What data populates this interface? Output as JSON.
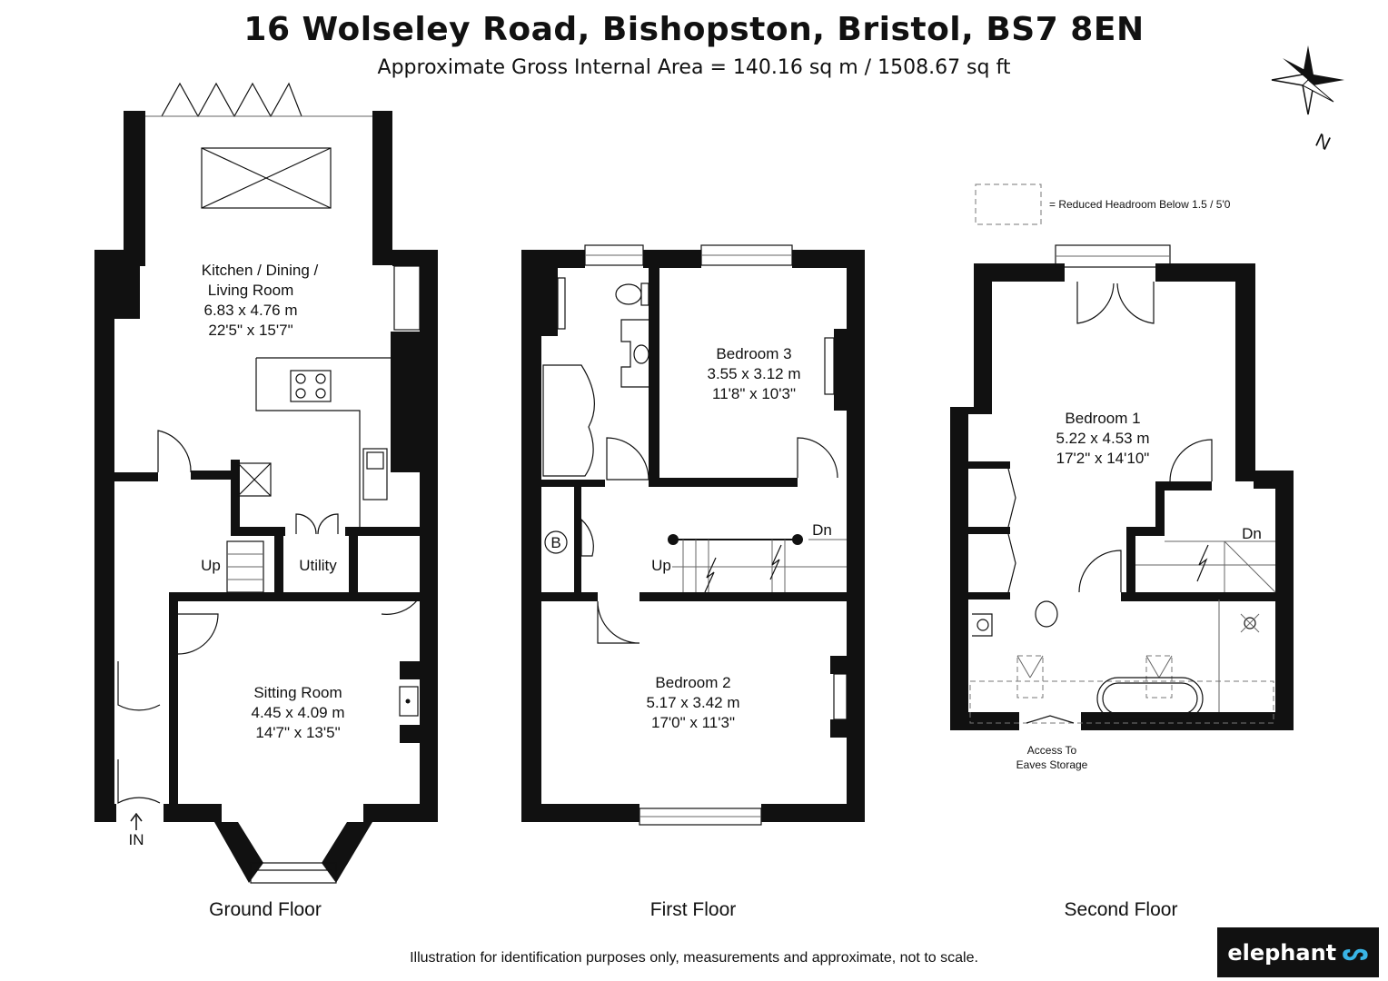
{
  "header": {
    "title": "16 Wolseley Road, Bishopston, Bristol, BS7 8EN",
    "subtitle": "Approximate Gross Internal Area = 140.16 sq m / 1508.67 sq ft"
  },
  "compass": {
    "label": "N"
  },
  "legend": {
    "text": "=  Reduced Headroom Below 1.5 / 5'0"
  },
  "floors": {
    "ground": {
      "name": "Ground Floor",
      "kitchen": {
        "name1": "Kitchen / Dining /",
        "name2": "Living Room",
        "metric": "6.83 x 4.76 m",
        "imperial": "22'5\" x 15'7\""
      },
      "sitting": {
        "name": "Sitting Room",
        "metric": "4.45 x 4.09 m",
        "imperial": "14'7\" x 13'5\""
      },
      "utility": "Utility",
      "up": "Up",
      "entrance": "IN"
    },
    "first": {
      "name": "First Floor",
      "bed3": {
        "name": "Bedroom 3",
        "metric": "3.55 x 3.12 m",
        "imperial": "11'8\" x 10'3\""
      },
      "bed2": {
        "name": "Bedroom 2",
        "metric": "5.17 x 3.42 m",
        "imperial": "17'0\" x 11'3\""
      },
      "boiler": "B",
      "up": "Up",
      "down": "Dn"
    },
    "second": {
      "name": "Second Floor",
      "bed1": {
        "name": "Bedroom 1",
        "metric": "5.22 x 4.53 m",
        "imperial": "17'2\" x 14'10\""
      },
      "down": "Dn",
      "eaves1": "Access To",
      "eaves2": "Eaves Storage"
    }
  },
  "footer": {
    "disclaimer": "Illustration for identification purposes only, measurements and approximate, not to scale.",
    "brand": "elephant"
  }
}
